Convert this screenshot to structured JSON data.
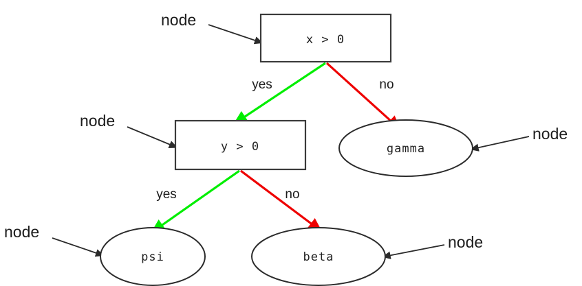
{
  "diagram": {
    "type": "decision-tree",
    "title": "",
    "colors": {
      "yes_edge": "#00ee00",
      "no_edge": "#ee0000",
      "node_stroke": "#2b2b2b",
      "annotation": "#2b2b2b",
      "background": "#ffffff",
      "text": "#1c1c1c"
    },
    "nodes": [
      {
        "id": "root",
        "shape": "rectangle",
        "label": "x > 0",
        "role": "decision"
      },
      {
        "id": "inner",
        "shape": "rectangle",
        "label": "y > 0",
        "role": "decision"
      },
      {
        "id": "gamma",
        "shape": "ellipse",
        "label": "gamma",
        "role": "leaf"
      },
      {
        "id": "psi",
        "shape": "ellipse",
        "label": "psi",
        "role": "leaf"
      },
      {
        "id": "beta",
        "shape": "ellipse",
        "label": "beta",
        "role": "leaf"
      }
    ],
    "edges": [
      {
        "from": "root",
        "to": "inner",
        "label": "yes",
        "color": "#00ee00"
      },
      {
        "from": "root",
        "to": "gamma",
        "label": "no",
        "color": "#ee0000"
      },
      {
        "from": "inner",
        "to": "psi",
        "label": "yes",
        "color": "#00ee00"
      },
      {
        "from": "inner",
        "to": "beta",
        "label": "no",
        "color": "#ee0000"
      }
    ],
    "annotations": [
      {
        "id": "annot-root",
        "text": "node",
        "points_to": "root"
      },
      {
        "id": "annot-inner",
        "text": "node",
        "points_to": "inner"
      },
      {
        "id": "annot-gamma",
        "text": "node",
        "points_to": "gamma"
      },
      {
        "id": "annot-psi",
        "text": "node",
        "points_to": "psi"
      },
      {
        "id": "annot-beta",
        "text": "node",
        "points_to": "beta"
      }
    ]
  }
}
